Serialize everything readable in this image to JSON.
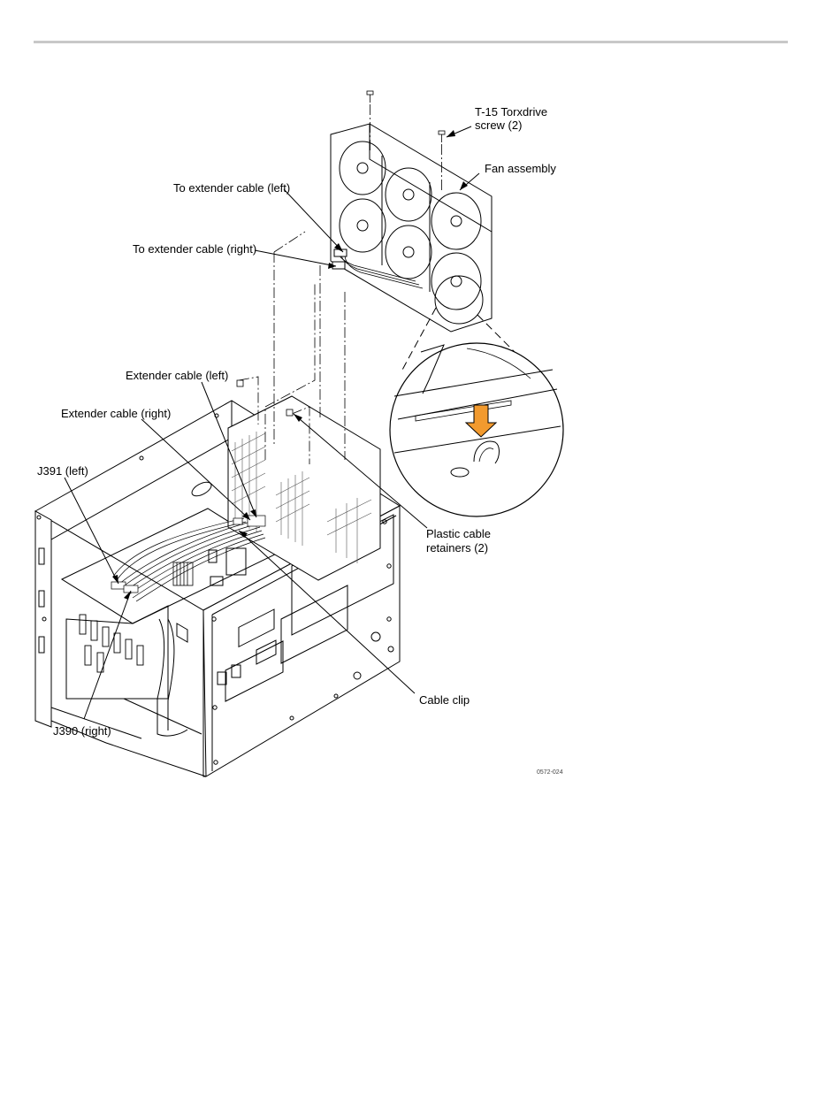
{
  "labels": {
    "screw_l1": "T-15 Torxdrive",
    "screw_l2": "screw (2)",
    "fan_assembly": "Fan assembly",
    "to_ext_left": "To extender cable (left)",
    "to_ext_right": "To extender cable (right)",
    "ext_left": "Extender cable (left)",
    "ext_right": "Extender cable (right)",
    "j391": "J391 (left)",
    "j390": "J390 (right)",
    "retainers_l1": "Plastic cable",
    "retainers_l2": "retainers (2)",
    "cable_clip": "Cable clip",
    "figure_id": "0572-024"
  },
  "colors": {
    "arrow": "#f29a2e",
    "line": "#000000",
    "rule": "#c8c8c8"
  }
}
